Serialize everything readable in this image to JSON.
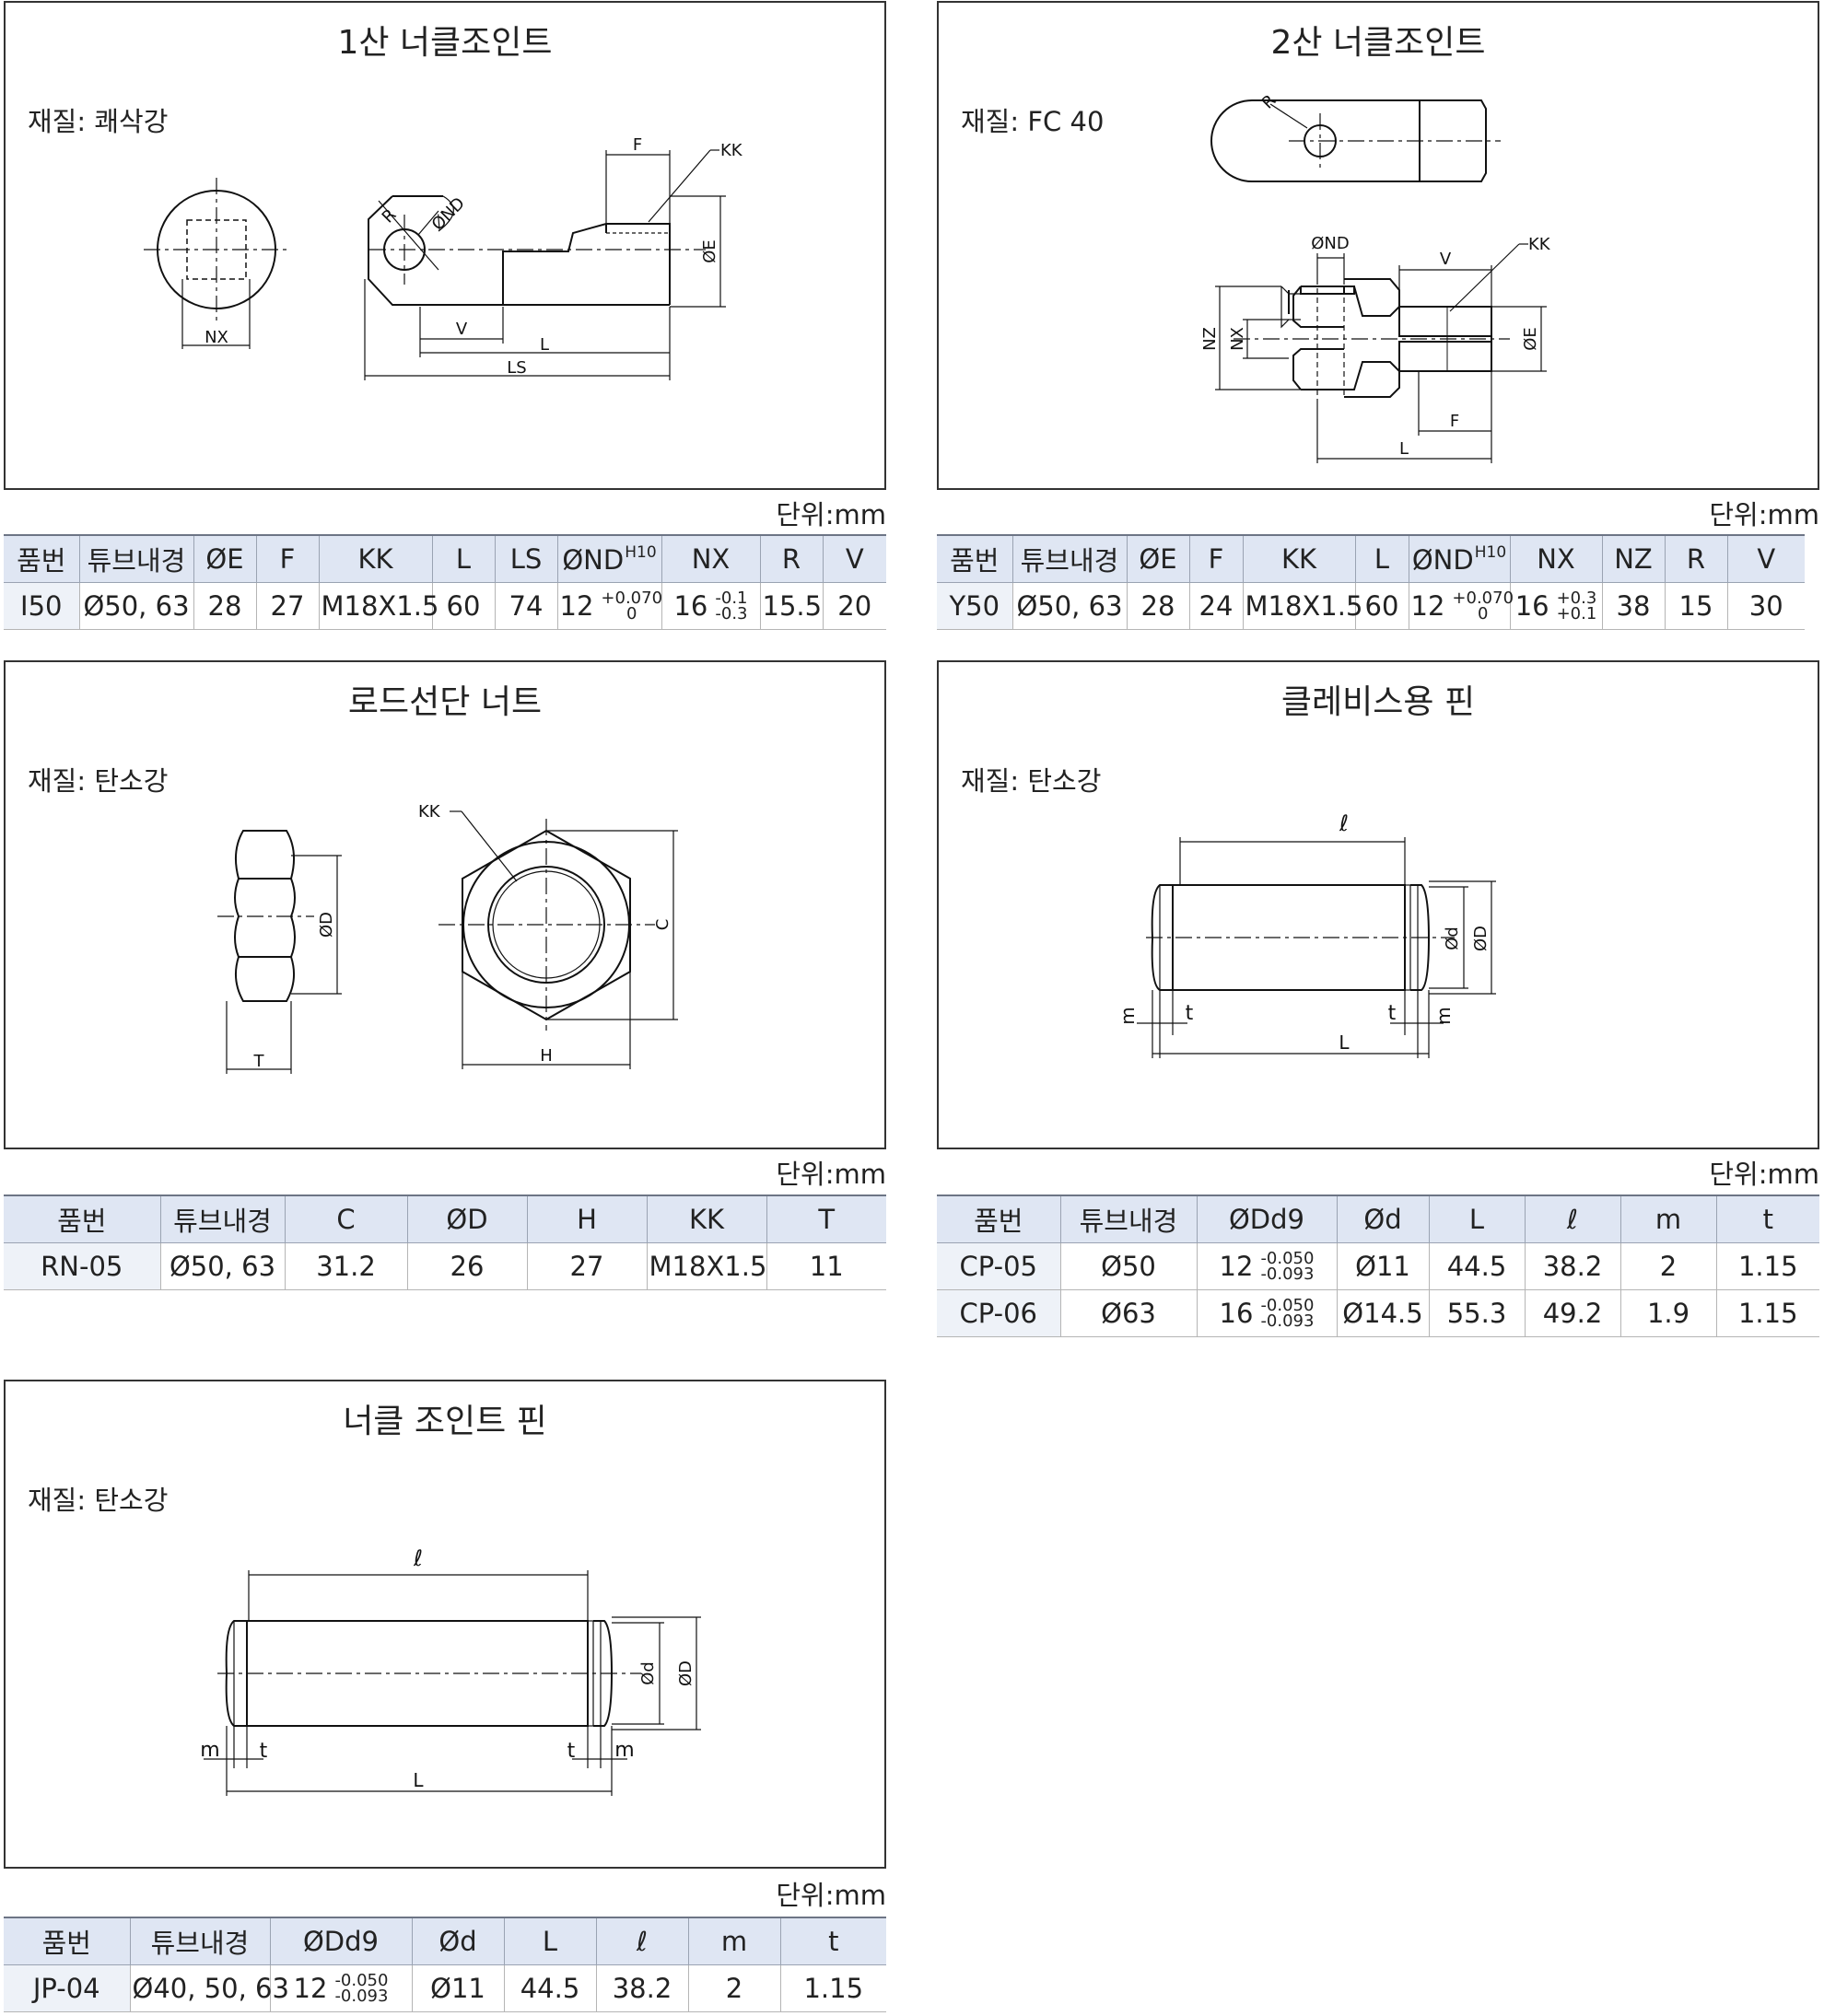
{
  "common": {
    "unit": "단위:mm"
  },
  "panels": {
    "p1": {
      "title": "1산 너클조인트",
      "material": "재질: 쾌삭강",
      "labels": {
        "F": "F",
        "KK": "KK",
        "R": "R",
        "ND": "ØND",
        "E": "ØE",
        "NX": "NX",
        "V": "V",
        "L": "L",
        "LS": "LS"
      }
    },
    "p2": {
      "title": "2산 너클조인트",
      "material": "재질: FC 40",
      "labels": {
        "R": "R",
        "ND": "ØND",
        "V": "V",
        "KK": "KK",
        "NZ": "NZ",
        "NX": "NX",
        "E": "ØE",
        "F": "F",
        "L": "L"
      }
    },
    "p3": {
      "title": "로드선단 너트",
      "material": "재질: 탄소강",
      "labels": {
        "D": "ØD",
        "T": "T",
        "KK": "KK",
        "C": "C",
        "H": "H"
      }
    },
    "p4": {
      "title": "클레비스용 핀",
      "material": "재질: 탄소강",
      "labels": {
        "l": "ℓ",
        "d": "Ød",
        "D": "ØD",
        "m1": "m",
        "t1": "t",
        "t2": "t",
        "m2": "m",
        "L": "L"
      }
    },
    "p5": {
      "title": "너클 조인트 핀",
      "material": "재질: 탄소강",
      "labels": {
        "l": "ℓ",
        "d": "Ød",
        "D": "ØD",
        "m1": "m",
        "t1": "t",
        "t2": "t",
        "m2": "m",
        "L": "L"
      }
    }
  },
  "tables": {
    "t1": {
      "headers": [
        "품번",
        "튜브내경",
        "ØE",
        "F",
        "KK",
        "L",
        "LS",
        "ØND",
        "NX",
        "R",
        "V"
      ],
      "nd_sup": "H10",
      "row": {
        "part": "I50",
        "bore": "Ø50, 63",
        "E": "28",
        "F": "27",
        "KK": "M18X1.5",
        "L": "60",
        "LS": "74",
        "ND": "12",
        "ND_up": "+0.070",
        "ND_lo": "0",
        "NX": "16",
        "NX_up": "-0.1",
        "NX_lo": "-0.3",
        "R": "15.5",
        "V": "20"
      }
    },
    "t2": {
      "headers": [
        "품번",
        "튜브내경",
        "ØE",
        "F",
        "KK",
        "L",
        "ØND",
        "NX",
        "NZ",
        "R",
        "V"
      ],
      "nd_sup": "H10",
      "row": {
        "part": "Y50",
        "bore": "Ø50, 63",
        "E": "28",
        "F": "24",
        "KK": "M18X1.5",
        "L": "60",
        "ND": "12",
        "ND_up": "+0.070",
        "ND_lo": "0",
        "NX": "16",
        "NX_up": "+0.3",
        "NX_lo": "+0.1",
        "NZ": "38",
        "R": "15",
        "V": "30"
      }
    },
    "t3": {
      "headers": [
        "품번",
        "튜브내경",
        "C",
        "ØD",
        "H",
        "KK",
        "T"
      ],
      "row": {
        "part": "RN-05",
        "bore": "Ø50, 63",
        "C": "31.2",
        "D": "26",
        "H": "27",
        "KK": "M18X1.5",
        "T": "11"
      }
    },
    "t4": {
      "headers": [
        "품번",
        "튜브내경",
        "ØDd9",
        "Ød",
        "L",
        "ℓ",
        "m",
        "t"
      ],
      "rows": [
        {
          "part": "CP-05",
          "bore": "Ø50",
          "D": "12",
          "D_up": "-0.050",
          "D_lo": "-0.093",
          "d": "Ø11",
          "L": "44.5",
          "l": "38.2",
          "m": "2",
          "t": "1.15"
        },
        {
          "part": "CP-06",
          "bore": "Ø63",
          "D": "16",
          "D_up": "-0.050",
          "D_lo": "-0.093",
          "d": "Ø14.5",
          "L": "55.3",
          "l": "49.2",
          "m": "1.9",
          "t": "1.15"
        }
      ]
    },
    "t5": {
      "headers": [
        "품번",
        "튜브내경",
        "ØDd9",
        "Ød",
        "L",
        "ℓ",
        "m",
        "t"
      ],
      "row": {
        "part": "JP-04",
        "bore": "Ø40, 50, 63",
        "D": "12",
        "D_up": "-0.050",
        "D_lo": "-0.093",
        "d": "Ø11",
        "L": "44.5",
        "l": "38.2",
        "m": "2",
        "t": "1.15"
      }
    }
  }
}
